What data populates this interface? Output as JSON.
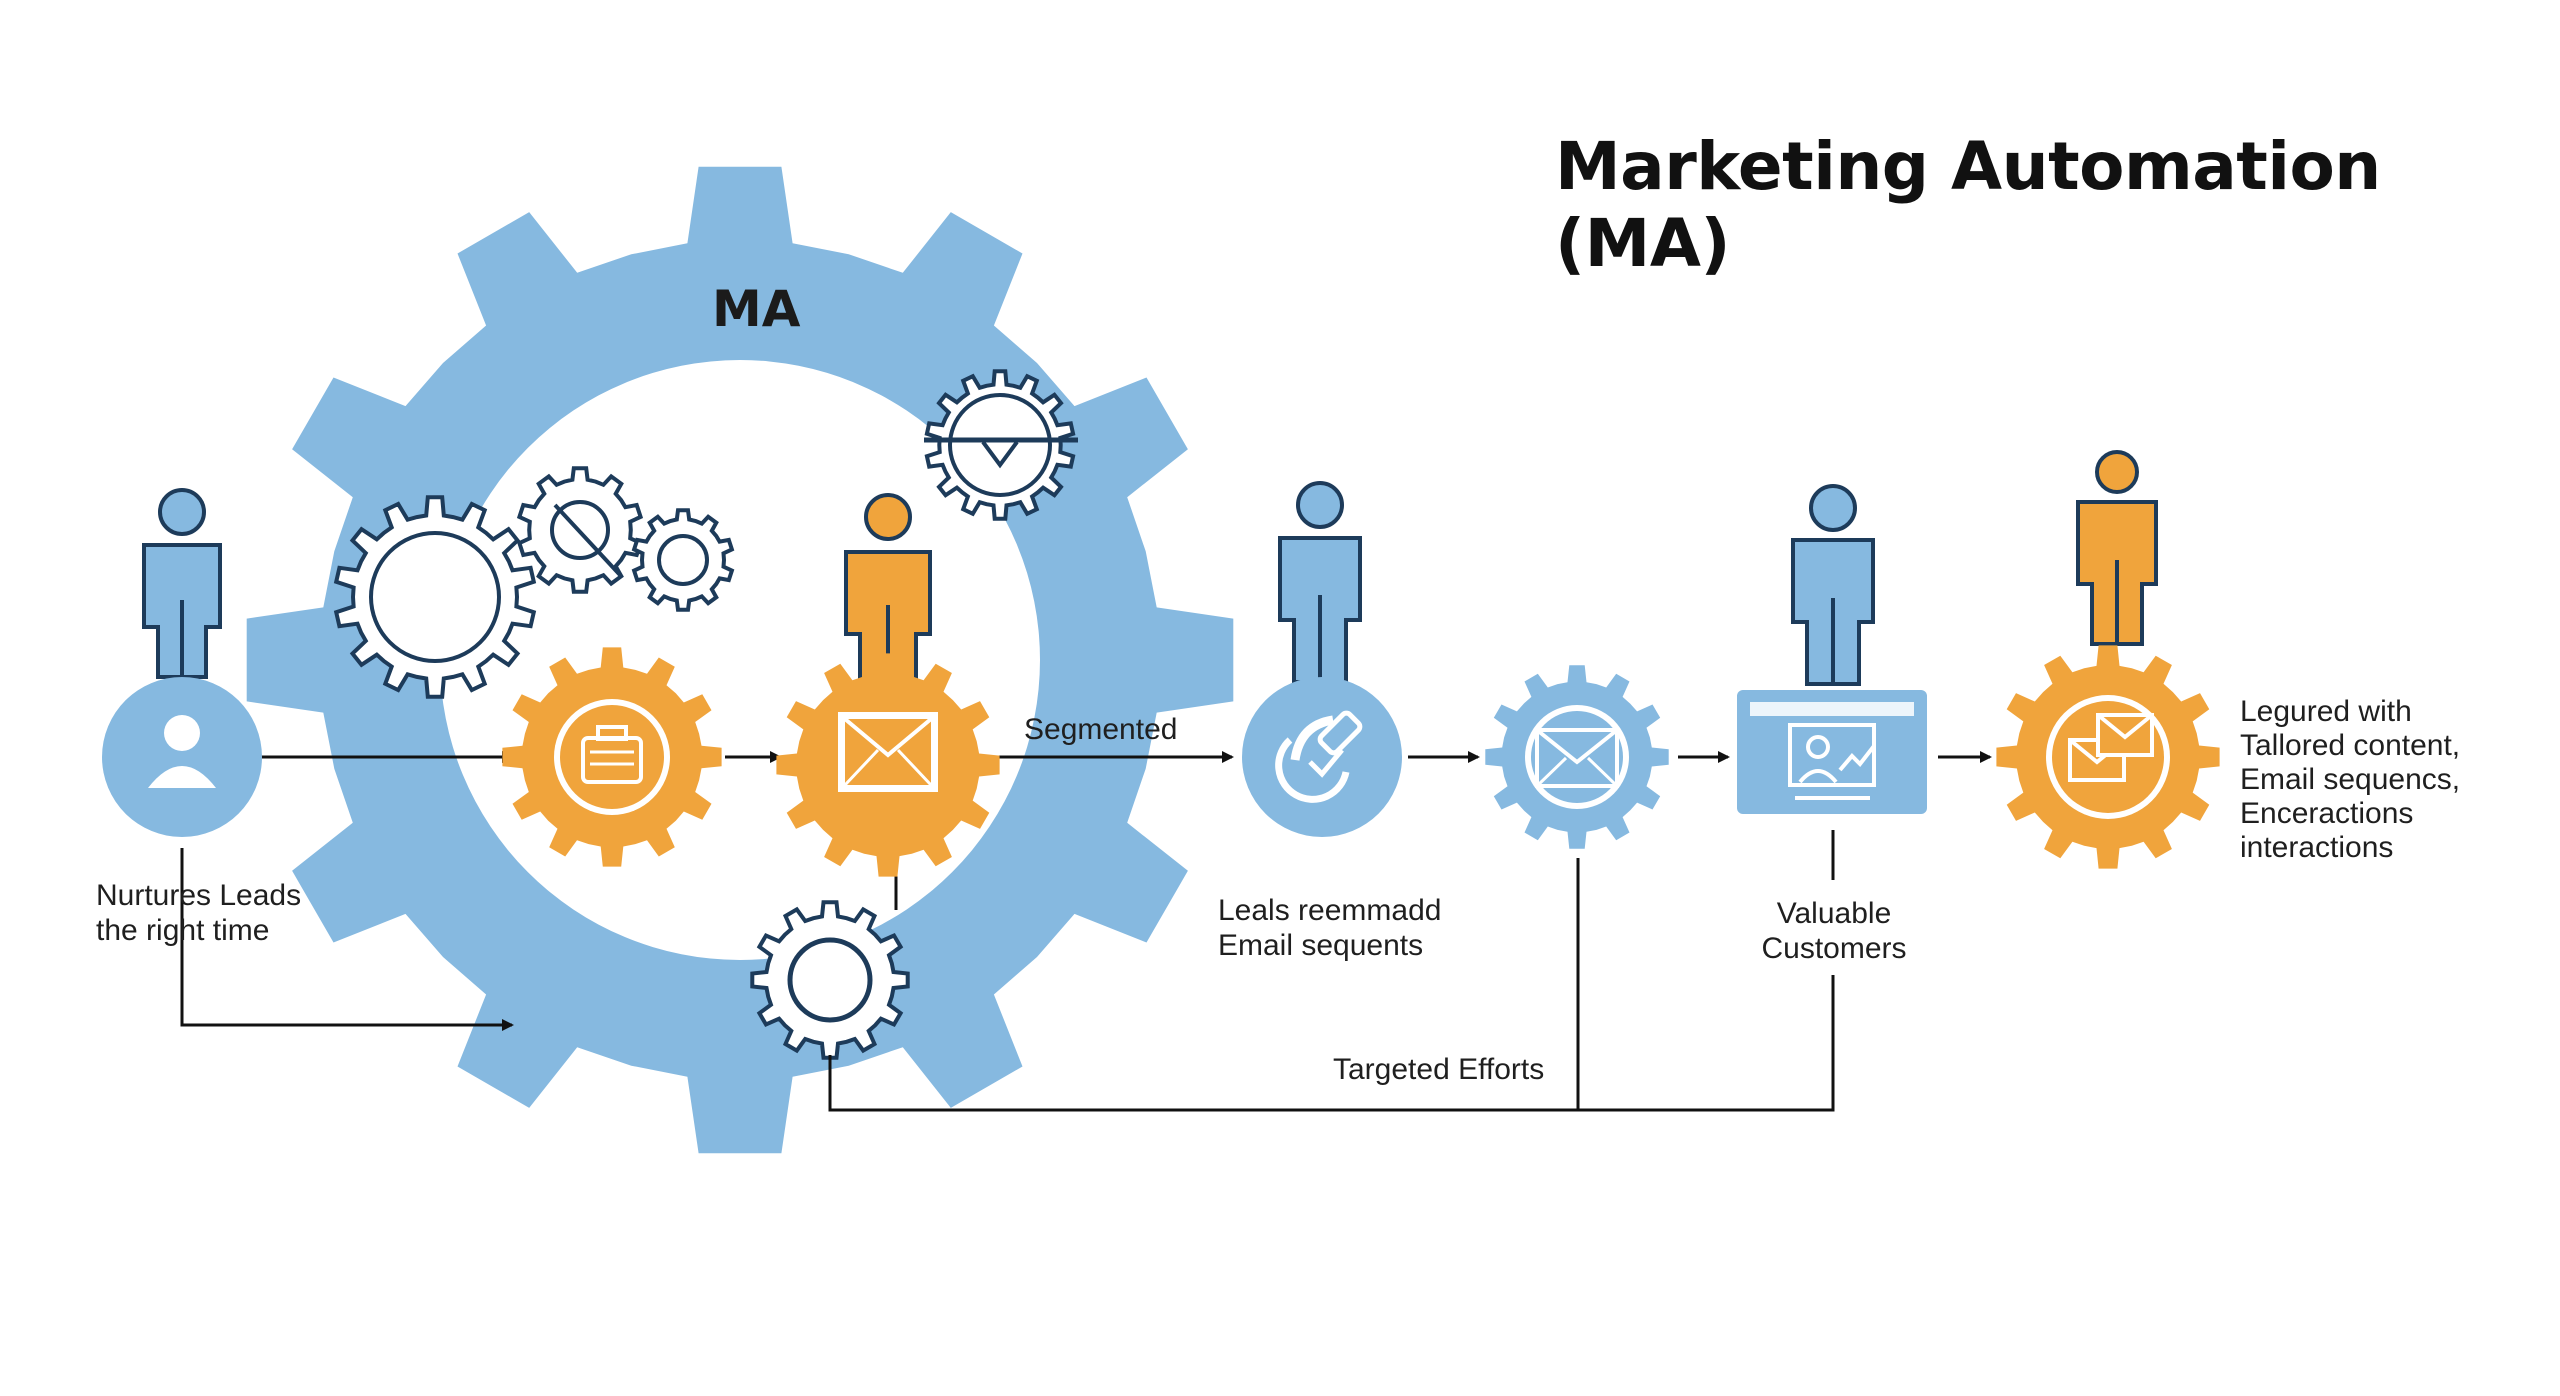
{
  "title": "Marketing Automation (MA)",
  "center_label": "MA",
  "labels": {
    "nurtures": "Nurtures Leads\nthe right time",
    "segmented": "Segmented",
    "leads_email": "Leals reemmadd\nEmail sequents",
    "valuable": "Valuable\nCustomers",
    "targeted": "Targeted Efforts",
    "outcome": "Legured with\nTallored content,\nEmail sequencs,\nEncer‍actions\ninteractions"
  },
  "colors": {
    "blue": "#7fb6de",
    "blue_dark": "#1d3b5a",
    "orange": "#f0a43c",
    "arrow": "#111111"
  },
  "icons": [
    "person-icon",
    "briefcase-icon",
    "envelope-icon",
    "tag-icon",
    "monitor-user-icon",
    "stacked-envelopes-icon",
    "gear-icon"
  ]
}
